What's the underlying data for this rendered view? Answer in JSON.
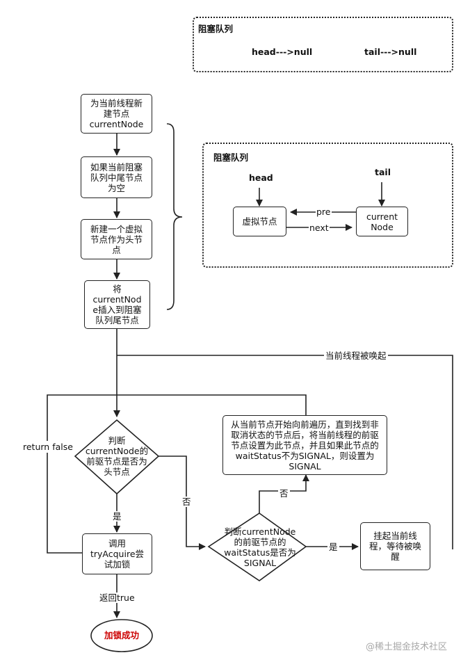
{
  "queue_initial": {
    "title": "阻塞队列",
    "head_text": "head--->null",
    "tail_text": "tail--->null"
  },
  "queue_after": {
    "title": "阻塞队列",
    "head_label": "head",
    "tail_label": "tail",
    "dummy_node": "虚拟节点",
    "current_node": [
      "current",
      "Node"
    ],
    "pre_label": "pre",
    "next_label": "next"
  },
  "steps": {
    "create_node": [
      "为当前线程新",
      "建节点",
      "currentNode"
    ],
    "tail_empty": [
      "如果当前阻塞",
      "队列中尾节点",
      "为空"
    ],
    "new_dummy": [
      "新建一个虚拟",
      "节点作为头节",
      "点"
    ],
    "insert_tail": [
      "将",
      "currentNod",
      "e插入到阻塞",
      "队列尾节点"
    ],
    "check_head": [
      "判断",
      "currentNode的",
      "前驱节点是否为",
      "头节点"
    ],
    "try_acquire": [
      "调用",
      "tryAcquire尝",
      "试加锁"
    ],
    "lock_success": "加锁成功",
    "check_signal": [
      "判断currentNode",
      "的前驱节点的",
      "waitStatus是否为",
      "SIGNAL"
    ],
    "traverse": [
      "从当前节点开始向前遍历，直到找到非",
      "取消状态的节点后，将当前线程的前驱",
      "节点设置为此节点，并且如果此节点的",
      "waitStatus不为SIGNAL，则设置为",
      "SIGNAL"
    ],
    "park": [
      "挂起当前线",
      "程，等待被唤",
      "醒"
    ]
  },
  "edge_labels": {
    "woken_up": "当前线程被唤起",
    "return_false": "return false",
    "yes_head": "是",
    "no_head": "否",
    "no_signal": "否",
    "yes_signal": "是",
    "return_true": "返回true"
  },
  "watermark": "@稀土掘金技术社区",
  "colors": {
    "line": "#222222",
    "success_text": "#cc0000",
    "watermark": "#a8a8a8"
  }
}
